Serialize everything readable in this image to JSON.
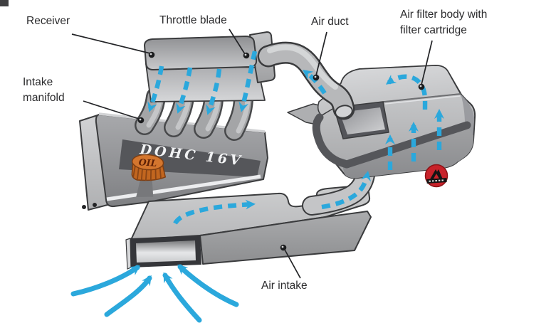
{
  "diagram": {
    "labels": {
      "receiver": "Receiver",
      "intake_manifold": "Intake manifold",
      "throttle_blade": "Throttle blade",
      "air_duct": "Air duct",
      "air_filter": "Air filter body with filter cartridge",
      "air_intake": "Air intake"
    },
    "engine": {
      "badge": "DOHC 16V",
      "oil_cap_label": "OIL"
    },
    "colors": {
      "flow_arrow_blue": "#2BA8DC",
      "metal_light": "#C9CACC",
      "metal_mid": "#A6A7A9",
      "metal_dark": "#57585B",
      "outline": "#3A3B3D",
      "oil_cap_orange": "#D4762E",
      "logo_red": "#C8222A",
      "label_text": "#2B2B2D",
      "background": "#FFFFFF"
    }
  }
}
